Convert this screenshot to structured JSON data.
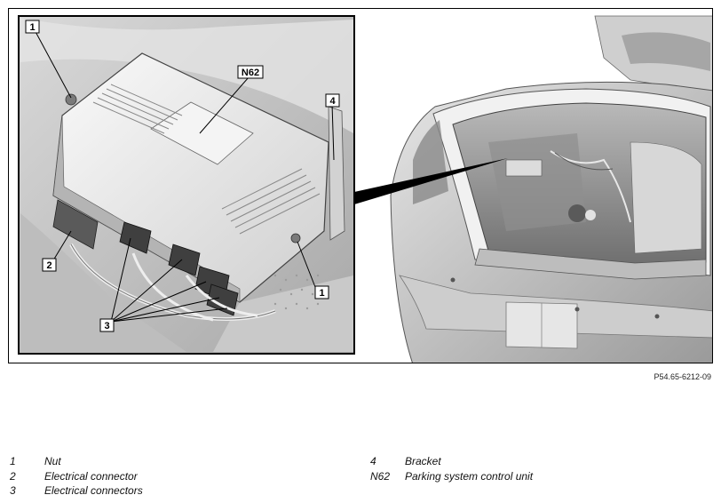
{
  "figure": {
    "code": "P54.65-6212-09",
    "callouts": {
      "c1_top": "1",
      "c1_bottom": "1",
      "c2": "2",
      "c3": "3",
      "c4": "4",
      "n62": "N62"
    }
  },
  "legend": {
    "items": [
      {
        "key": "1",
        "label": "Nut"
      },
      {
        "key": "2",
        "label": "Electrical connector"
      },
      {
        "key": "3",
        "label": "Electrical connectors"
      },
      {
        "key": "4",
        "label": "Bracket"
      },
      {
        "key": "N62",
        "label": "Parking system control unit"
      }
    ]
  }
}
